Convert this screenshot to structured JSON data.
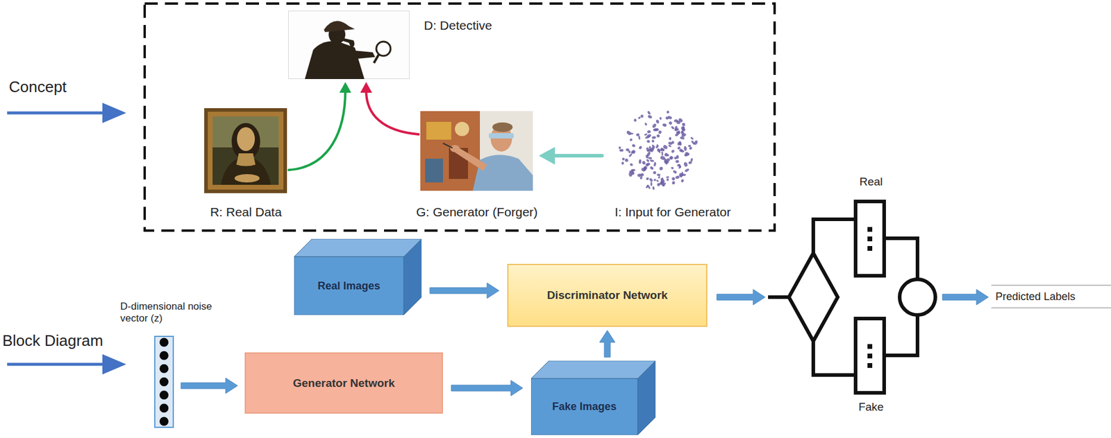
{
  "diagram": {
    "nodes": [
      {
        "text": [
          "D: Detective"
        ]
      },
      {
        "text": [
          "R: Real Data"
        ]
      },
      {
        "text": [
          "G: Generator (Forger)"
        ]
      },
      {
        "text": [
          "I: Input for Generator"
        ]
      },
      {
        "text": [
          "Real Images"
        ]
      },
      {
        "text": [
          "Discriminator Network"
        ]
      },
      {
        "text": [
          "D-dimensional noise vector (z)"
        ]
      },
      {
        "text": [
          "Generator Network"
        ]
      },
      {
        "text": [
          "Fake Images"
        ]
      }
    ],
    "edges": [
      {
        "from": 1,
        "to": 0,
        "arrow": "to"
      },
      {
        "from": 2,
        "to": 0,
        "arrow": "to"
      },
      {
        "from": 3,
        "to": 2,
        "arrow": "to"
      },
      {
        "from": 4,
        "to": 5,
        "arrow": "to"
      },
      {
        "from": 6,
        "to": 7,
        "arrow": "to"
      },
      {
        "from": 7,
        "to": 8,
        "arrow": "to"
      },
      {
        "from": 8,
        "to": 5,
        "arrow": "to"
      }
    ],
    "labels": [
      "Concept",
      "Block Diagram",
      "Real",
      "Fake",
      "Predicted Labels"
    ]
  }
}
